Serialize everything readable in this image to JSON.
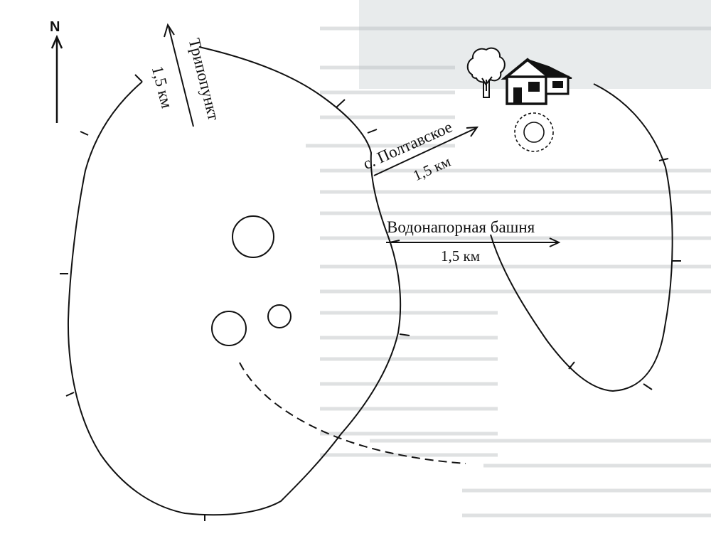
{
  "map": {
    "north": "N",
    "trigpoint": {
      "name": "Трипопункт",
      "distance": "1,5 км"
    },
    "village": {
      "name": "с. Полтавское",
      "distance": "1,5 км"
    },
    "water_tower": {
      "name": "Водонапорная башня",
      "distance": "1,5 км"
    }
  },
  "colors": {
    "ink": "#111111",
    "paper": "#ffffff",
    "scan_gray": "#cfd3d6"
  },
  "icons": [
    "tree-icon",
    "house-icon",
    "well-icon"
  ]
}
